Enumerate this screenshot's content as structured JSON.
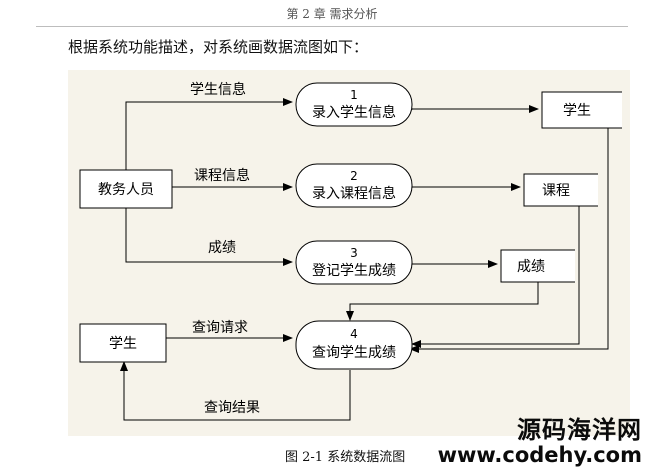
{
  "header": {
    "text": "第 2 章    需求分析"
  },
  "intro": "根据系统功能描述，对系统画数据流图如下：",
  "diagram": {
    "processes": [
      {
        "number": "1",
        "label": "录入学生信息"
      },
      {
        "number": "2",
        "label": "录入课程信息"
      },
      {
        "number": "3",
        "label": "登记学生成绩"
      },
      {
        "number": "4",
        "label": "查询学生成绩"
      }
    ],
    "entities": {
      "staff": "教务人员",
      "student_entity": "学生"
    },
    "stores": {
      "students": "学生",
      "courses": "课程",
      "grades": "成绩"
    },
    "flows": {
      "student_info": "学生信息",
      "course_info": "课程信息",
      "grades": "成绩",
      "query_request": "查询请求",
      "query_result": "查询结果"
    }
  },
  "caption": "图 2-1    系统数据流图",
  "watermark": {
    "line1": "源码海洋网",
    "line2": "www.codehy.com"
  }
}
